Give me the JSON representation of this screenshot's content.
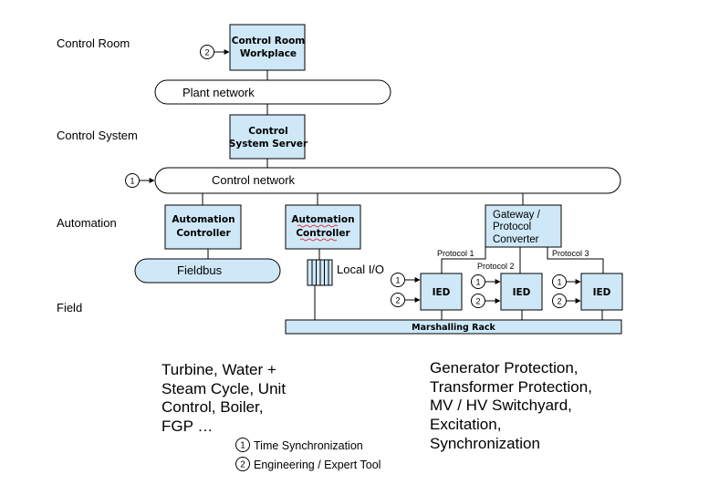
{
  "levels": {
    "control_room": "Control Room",
    "control_system": "Control System",
    "automation": "Automation",
    "field": "Field"
  },
  "nodes": {
    "control_room_workplace": [
      "Control Room",
      "Workplace"
    ],
    "plant_network": "Plant network",
    "control_system_server": [
      "Control",
      "System Server"
    ],
    "control_network": "Control network",
    "automation_controller_1": [
      "Automation",
      "Controller"
    ],
    "automation_controller_2": [
      "Automation",
      "Controller"
    ],
    "gateway": [
      "Gateway /",
      "Protocol",
      "Converter"
    ],
    "fieldbus": "Fieldbus",
    "local_io": "Local I/O",
    "protocol_1": "Protocol 1",
    "protocol_2": "Protocol 2",
    "protocol_3": "Protocol 3",
    "ied": "IED",
    "marshalling_rack": "Marshalling Rack"
  },
  "markers": {
    "one": "1",
    "two": "2"
  },
  "notes": {
    "left": [
      "Turbine, Water +",
      "Steam Cycle, Unit",
      "Control, Boiler,",
      "FGP …"
    ],
    "right": [
      "Generator Protection,",
      "Transformer Protection,",
      "MV / HV Switchyard,",
      "Excitation,",
      "Synchronization"
    ]
  },
  "legend": {
    "item1": "Time Synchronization",
    "item2": "Engineering / Expert Tool"
  }
}
